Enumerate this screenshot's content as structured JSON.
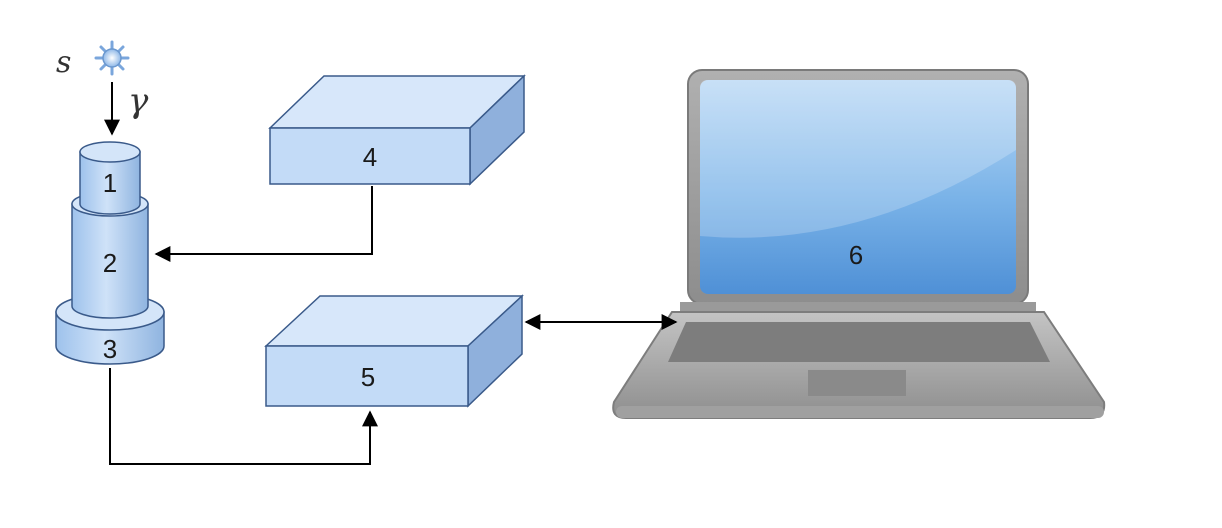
{
  "diagram": {
    "source_label": "s",
    "radiation_label": "γ",
    "components": {
      "c1": "1",
      "c2": "2",
      "c3": "3",
      "c4": "4",
      "c5": "5",
      "c6": "6"
    },
    "colors": {
      "box_front": "#c3dbf7",
      "box_top": "#d7e7fa",
      "box_side": "#8fb0dc",
      "stroke": "#3a5a8a",
      "screen": "#6aa6e0",
      "laptop_body": "#a9a9a9",
      "keyboard": "#7d7d7d",
      "arrow": "#000000",
      "star": "#8fb8e8"
    }
  }
}
